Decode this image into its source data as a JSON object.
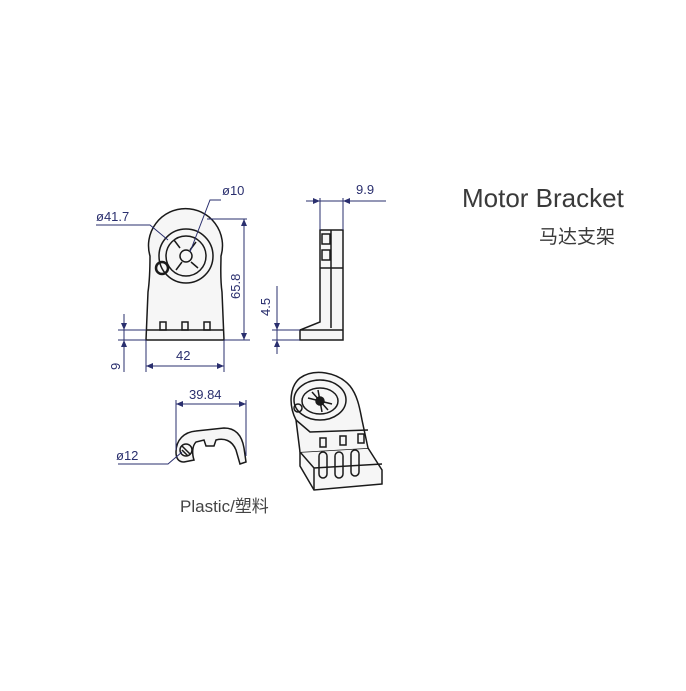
{
  "title": {
    "en": "Motor Bracket",
    "cn": "马达支架"
  },
  "material": "Plastic/塑料",
  "dimensions": {
    "front_hole_dia": "ø41.7",
    "front_small_dia": "ø10",
    "front_height": "65.8",
    "front_width": "42",
    "front_base": "9",
    "side_thickness": "9.9",
    "side_flange": "4.5",
    "clip_width": "39.84",
    "clip_dia": "ø12"
  },
  "colors": {
    "line": "#1a1a1a",
    "dimension": "#2a2f6e",
    "fill": "#f4f4f4",
    "text": "#3a3a3a"
  }
}
